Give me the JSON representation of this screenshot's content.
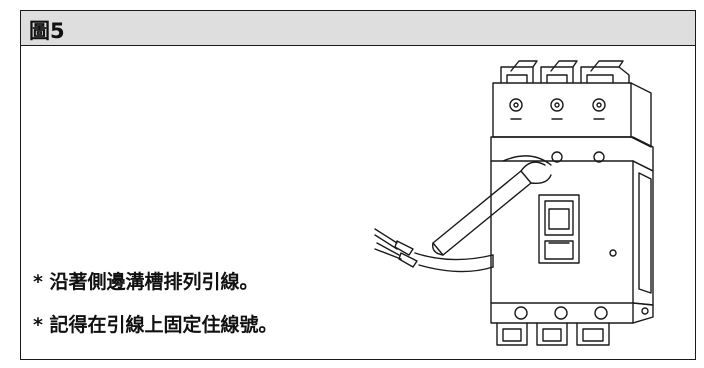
{
  "figure": {
    "title": "圖5",
    "notes": [
      "* 沿著側邊溝槽排列引線。",
      "*  記得在引線上固定住線號。"
    ]
  }
}
